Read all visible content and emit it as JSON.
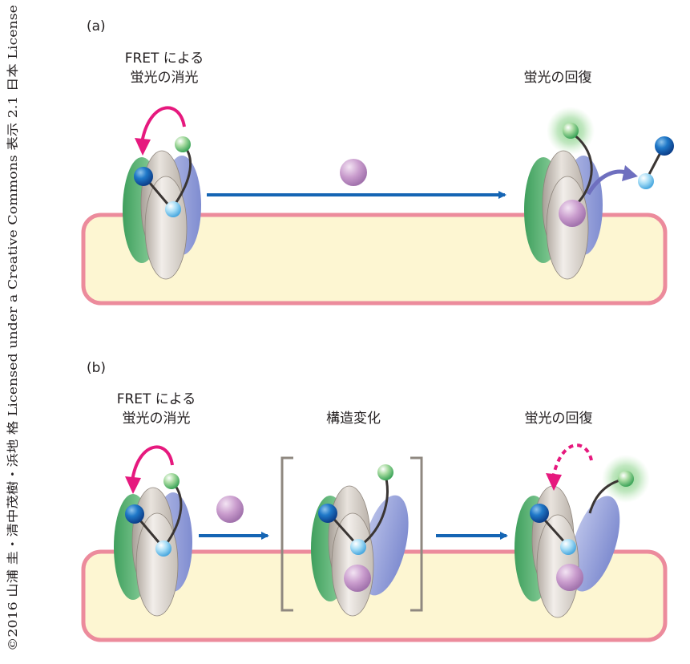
{
  "copyright": "©2016 山浦 圭・清中茂樹・浜地 格 Licensed under a Creative Commons 表示 2.1 日本 License",
  "panel_a": {
    "label": "(a)",
    "caption_left_line1": "FRET による",
    "caption_left_line2": "蛍光の消光",
    "caption_right": "蛍光の回復"
  },
  "panel_b": {
    "label": "(b)",
    "caption_left_line1": "FRET による",
    "caption_left_line2": "蛍光の消光",
    "caption_middle": "構造変化",
    "caption_right": "蛍光の回復"
  },
  "colors": {
    "membrane_fill": "#fdf6d2",
    "membrane_stroke": "#ec8b9c",
    "subunit_green": "#5cb57a",
    "subunit_blue": "#8f9bd6",
    "subunit_gray": "#c9c2ba",
    "flow_arrow": "#1565b4",
    "quench_arrow": "#e6197e",
    "release_arrow": "#6e6fbf",
    "ligand_purple": "#c79bcc",
    "quencher_blue": "#1b6fbf",
    "fluor_green": "#5dbf6f",
    "bracket_gray": "#8f8880"
  }
}
